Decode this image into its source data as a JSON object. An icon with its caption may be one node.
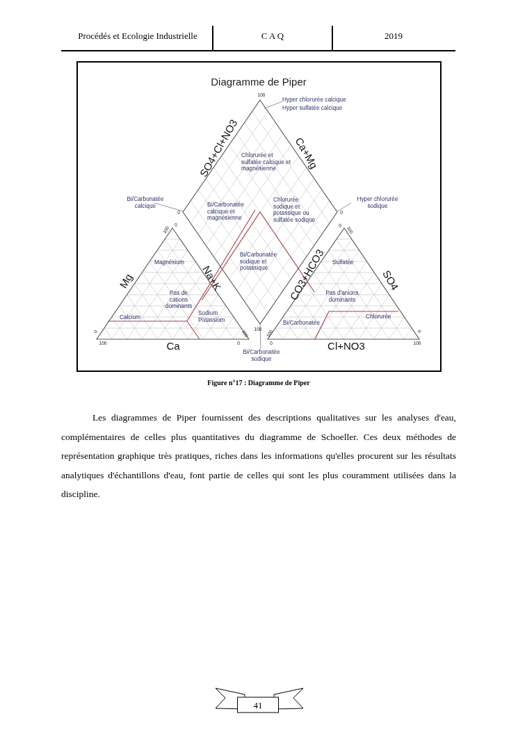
{
  "diagram": {
    "title": "Diagramme de Piper",
    "caption": "Figure n°17 : Diagramme de Piper",
    "nodes": [
      {
        "text": [
          "Chlorurée et sulfatée calcique et magnésienne",
          "Bi/Carbonatée calcique et magnésienne",
          "Chlorurée sodique et potassique ou sulfatée sodique",
          "Bi/Carbonatée sodique et potassique"
        ]
      },
      {
        "text": [
          "Magnésium",
          "Pas de cations dominants",
          "Calcium",
          "Sodium Potassium"
        ]
      },
      {
        "text": [
          "Sulfatée",
          "Pas d'anions dominants",
          "Chlorurée",
          "Bi/Carbonatée"
        ]
      },
      {
        "text": [
          "Hyper chlorurée calcique",
          "Hyper sulfatée calcique"
        ]
      },
      {
        "text": [
          "Bi/Carbonatée calcique"
        ]
      },
      {
        "text": [
          "Hyper chlorurée sodique"
        ]
      },
      {
        "text": [
          "Bi/Carbonatée sodique"
        ]
      }
    ],
    "edges": [
      {
        "from": 3,
        "to": 0,
        "arrow": "none"
      },
      {
        "from": 4,
        "to": 0,
        "arrow": "none"
      },
      {
        "from": 5,
        "to": 0,
        "arrow": "none"
      },
      {
        "from": 6,
        "to": 0,
        "arrow": "none"
      }
    ],
    "labels": [
      "Procédés et Ecologie Industrielle",
      "C A Q",
      "2019",
      "100",
      "SO4+Cl+NO3",
      "Ca+Mg",
      "0",
      "0",
      "100",
      "0",
      "0",
      "100",
      "Mg",
      "Na+K",
      "CO3+HCO3",
      "SO4",
      "0",
      "100",
      "100",
      "100",
      "0",
      "100",
      "Ca",
      "0",
      "0",
      "Cl+NO3",
      "100",
      "Les diagrammes de Piper fournissent des descriptions qualitatives sur les analyses d'eau, complémentaires de celles plus quantitatives du diagramme de Schoeller. Ces deux méthodes de représentation graphique très pratiques, riches dans les informations qu'elles procurent sur les résultats analytiques d'échantillons d'eau, font partie de celles qui sont les plus couramment utilisées dans la discipline.",
      "41"
    ]
  }
}
